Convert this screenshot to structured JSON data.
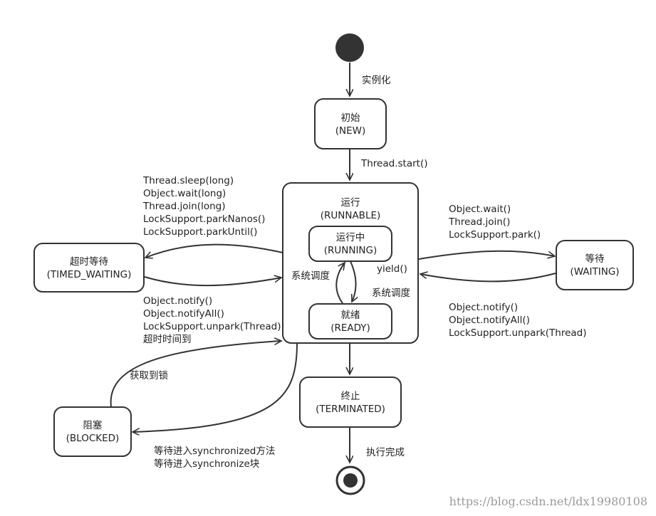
{
  "states": {
    "new": {
      "name": "初始",
      "code": "(NEW)"
    },
    "runnable": {
      "name": "运行",
      "code": "(RUNNABLE)"
    },
    "running": {
      "name": "运行中",
      "code": "(RUNNING)"
    },
    "ready": {
      "name": "就绪",
      "code": "(READY)"
    },
    "timed_waiting": {
      "name": "超时等待",
      "code": "(TIMED_WAITING)"
    },
    "waiting": {
      "name": "等待",
      "code": "(WAITING)"
    },
    "blocked": {
      "name": "阻塞",
      "code": "(BLOCKED)"
    },
    "terminated": {
      "name": "终止",
      "code": "(TERMINATED)"
    }
  },
  "transitions": {
    "instantiate": "实例化",
    "start": "Thread.start()",
    "to_timed_waiting": [
      "Thread.sleep(long)",
      "Object.wait(long)",
      "Thread.join(long)",
      "LockSupport.parkNanos()",
      "LockSupport.parkUntil()"
    ],
    "from_timed_waiting": [
      "Object.notify()",
      "Object.notifyAll()",
      "LockSupport.unpark(Thread)",
      "超时时间到"
    ],
    "to_waiting": [
      "Object.wait()",
      "Thread.join()",
      "LockSupport.park()"
    ],
    "from_waiting": [
      "Object.notify()",
      "Object.notifyAll()",
      "LockSupport.unpark(Thread)"
    ],
    "yield": "yield()",
    "schedule_up": "系统调度",
    "schedule_down": "系统调度",
    "acquire_lock": "获取到锁",
    "to_blocked": [
      "等待进入synchronized方法",
      "等待进入synchronize块"
    ],
    "complete": "执行完成"
  },
  "watermark": "https://blog.csdn.net/ldx19980108"
}
